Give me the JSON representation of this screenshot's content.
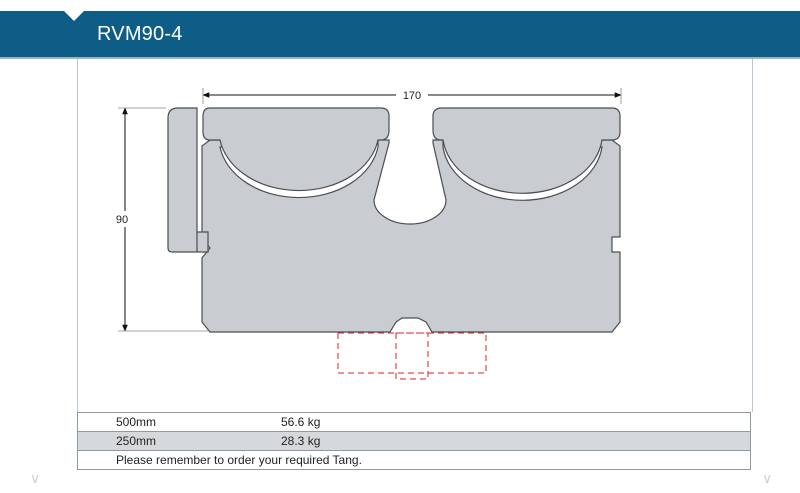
{
  "header": {
    "title": "RVM90-4"
  },
  "dimensions": {
    "width_label": "170",
    "height_label": "90"
  },
  "specs": {
    "rows": [
      {
        "length": "500mm",
        "weight": "56.6 kg"
      },
      {
        "length": "250mm",
        "weight": "28.3 kg"
      }
    ],
    "note": "Please remember to order your required Tang."
  },
  "colors": {
    "header_bg": "#0e5d86",
    "die_fill": "#c9ccd0",
    "die_stroke": "#4a4f55",
    "tang_stroke": "#e02020"
  }
}
